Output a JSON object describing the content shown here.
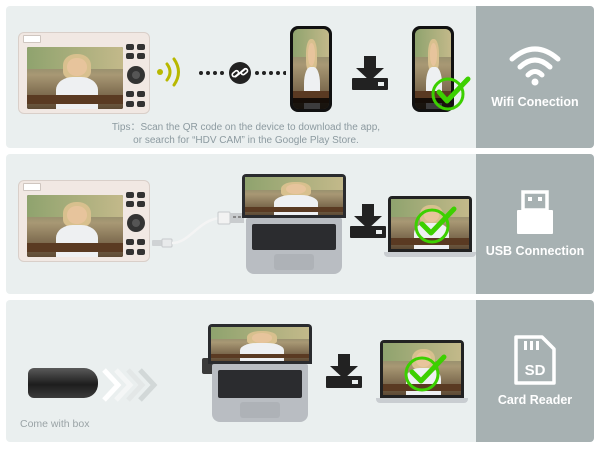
{
  "sections": {
    "wifi": {
      "label": "Wifi Conection",
      "tips_line1": "Tips：Scan the QR code on the device to download the app,",
      "tips_line2": "or search for “HDV CAM” in the Google Play Store."
    },
    "usb": {
      "label": "USB Connection"
    },
    "card": {
      "label": "Card Reader",
      "caption": "Come with box"
    }
  },
  "colors": {
    "panel_bg": "#eaefef",
    "side_bg": "#a7b1b2",
    "check": "#3cd000",
    "wifi_waves": "#b8b800",
    "icon_dark": "#222222"
  },
  "icons": [
    "wifi-icon",
    "usb-icon",
    "sd-card-icon",
    "download-icon",
    "check-icon",
    "link-icon",
    "signal-waves-icon",
    "arrows-icon"
  ]
}
